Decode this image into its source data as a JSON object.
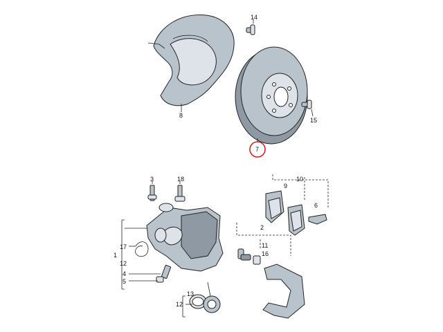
{
  "diagram": {
    "callouts": {
      "c14": "14",
      "c8": "8",
      "c7": "7",
      "c15": "15",
      "c3": "3",
      "c18": "18",
      "c10": "10",
      "c9": "9",
      "c6": "6",
      "c2": "2",
      "c11": "11",
      "c16": "16",
      "c1": "1",
      "c17": "17",
      "c12a": "12",
      "c4": "4",
      "c5": "5",
      "c13": "13",
      "c12b": "12"
    },
    "highlighted_part": "7",
    "colors": {
      "highlight_ring": "#d2221f",
      "part_fill": "#b9c3cc"
    }
  }
}
